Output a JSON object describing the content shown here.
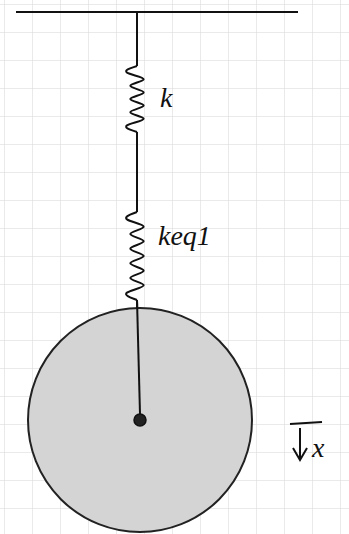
{
  "diagram": {
    "labels": [
      "k",
      "keq1",
      "x"
    ]
  }
}
